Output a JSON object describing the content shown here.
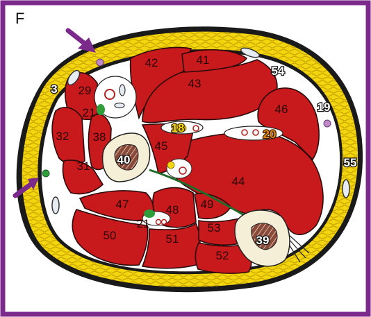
{
  "panel_letter": "F",
  "colors": {
    "frame": "#7b2a8c",
    "fat": "#f4d60f",
    "muscle": "#c8191c",
    "bone": "#f4efd6",
    "arrow": "#7b2a8c",
    "nerve": "#2e9d3a"
  },
  "labels": [
    {
      "id": "3",
      "text": "3",
      "style": "white"
    },
    {
      "id": "18",
      "text": "18",
      "style": "yellow"
    },
    {
      "id": "19",
      "text": "19",
      "style": "white"
    },
    {
      "id": "20",
      "text": "20",
      "style": "orange"
    },
    {
      "id": "21a",
      "text": "21",
      "style": "dark"
    },
    {
      "id": "21b",
      "text": "21",
      "style": "dark"
    },
    {
      "id": "29",
      "text": "29",
      "style": "dark"
    },
    {
      "id": "31",
      "text": "31",
      "style": "dark"
    },
    {
      "id": "32",
      "text": "32",
      "style": "dark"
    },
    {
      "id": "38",
      "text": "38",
      "style": "dark"
    },
    {
      "id": "39",
      "text": "39",
      "style": "white"
    },
    {
      "id": "40",
      "text": "40",
      "style": "white"
    },
    {
      "id": "41",
      "text": "41",
      "style": "dark"
    },
    {
      "id": "42",
      "text": "42",
      "style": "dark"
    },
    {
      "id": "43",
      "text": "43",
      "style": "dark"
    },
    {
      "id": "44",
      "text": "44",
      "style": "dark"
    },
    {
      "id": "45",
      "text": "45",
      "style": "dark"
    },
    {
      "id": "46",
      "text": "46",
      "style": "dark"
    },
    {
      "id": "47",
      "text": "47",
      "style": "dark"
    },
    {
      "id": "48",
      "text": "48",
      "style": "dark"
    },
    {
      "id": "49",
      "text": "49",
      "style": "dark"
    },
    {
      "id": "50",
      "text": "50",
      "style": "dark"
    },
    {
      "id": "51",
      "text": "51",
      "style": "dark"
    },
    {
      "id": "52",
      "text": "52",
      "style": "dark"
    },
    {
      "id": "53",
      "text": "53",
      "style": "dark"
    },
    {
      "id": "54",
      "text": "54",
      "style": "white"
    },
    {
      "id": "55",
      "text": "55",
      "style": "white"
    }
  ]
}
